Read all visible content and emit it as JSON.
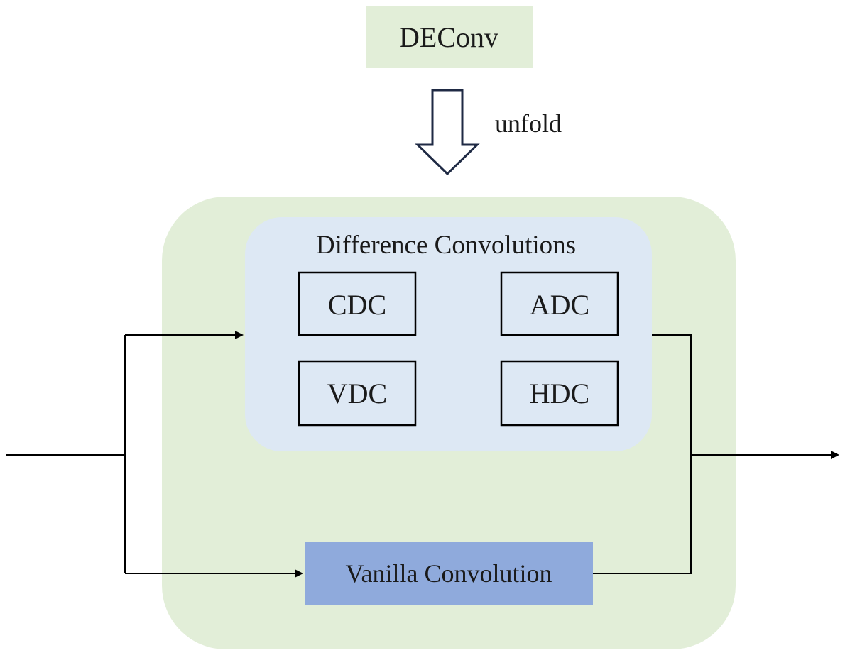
{
  "top_block": {
    "label": "DEConv"
  },
  "unfold_arrow": {
    "label": "unfold"
  },
  "difference_group": {
    "title": "Difference Convolutions",
    "boxes": [
      {
        "id": "cdc",
        "label": "CDC"
      },
      {
        "id": "adc",
        "label": "ADC"
      },
      {
        "id": "vdc",
        "label": "VDC"
      },
      {
        "id": "hdc",
        "label": "HDC"
      }
    ]
  },
  "vanilla_block": {
    "label": "Vanilla Convolution"
  },
  "colors": {
    "outer_panel": "#e2eed8",
    "inner_panel": "#dde8f4",
    "deconv_fill": "#e2eed8",
    "vanilla_fill": "#8faadc",
    "stroke": "#000000",
    "arrow_outline": "#1f2a44"
  }
}
